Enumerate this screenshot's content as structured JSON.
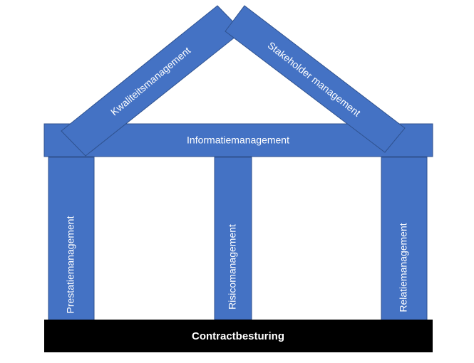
{
  "diagram": {
    "roof_left": "Kwaliteitsmanagement",
    "roof_right": "Stakeholder management",
    "beam": "Informatiemanagement",
    "pillar_left": "Prestatiemanagement",
    "pillar_middle": "Risicomanagement",
    "pillar_right": "Relatiemanagement",
    "base": "Contractbesturing"
  },
  "colors": {
    "block_fill": "#4472c4",
    "block_border": "#2f528f",
    "base_fill": "#000000",
    "text": "#ffffff",
    "background": "#ffffff"
  }
}
